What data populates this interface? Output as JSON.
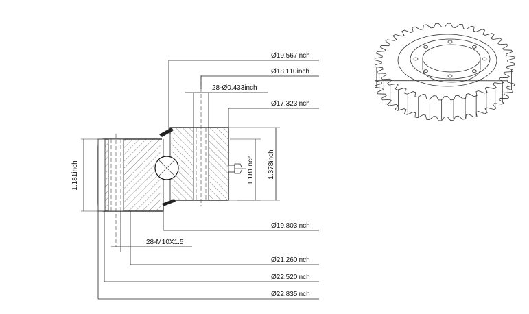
{
  "dimensions": {
    "d1": "Ø19.567inch",
    "d2": "Ø18.110inch",
    "d3": "28-Ø0.433inch",
    "d4": "Ø17.323inch",
    "d5": "Ø19.803inch",
    "d6": "28-M10X1.5",
    "d7": "Ø21.260inch",
    "d8": "Ø22.520inch",
    "d9": "Ø22.835inch",
    "h_left": "1.181inch",
    "h_right_inner": "1.181inch",
    "h_right_outer": "1.378inch"
  }
}
